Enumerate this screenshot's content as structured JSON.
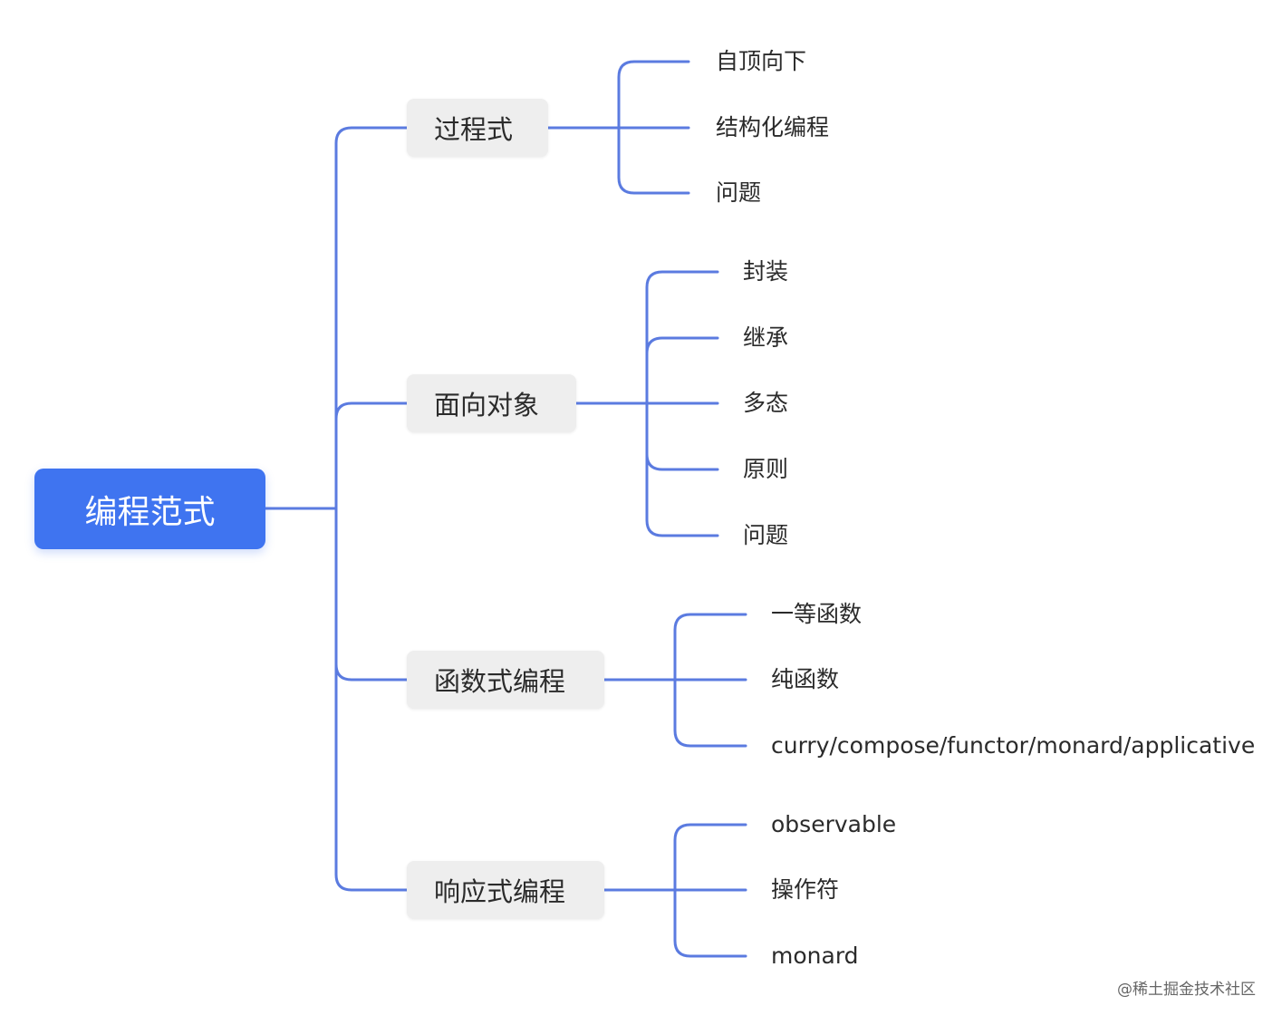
{
  "root": {
    "label": "编程范式"
  },
  "branches": [
    {
      "label": "过程式",
      "children": [
        "自顶向下",
        "结构化编程",
        "问题"
      ]
    },
    {
      "label": "面向对象",
      "children": [
        "封装",
        "继承",
        "多态",
        "原则",
        "问题"
      ]
    },
    {
      "label": "函数式编程",
      "children": [
        "一等函数",
        "纯函数",
        "curry/compose/functor/monard/applicative"
      ]
    },
    {
      "label": "响应式编程",
      "children": [
        "observable",
        "操作符",
        "monard"
      ]
    }
  ],
  "footer": {
    "text": "@稀土掘金技术社区"
  },
  "colors": {
    "connector": "#5b7be0",
    "root_bg": "#3f74f0",
    "branch_bg": "#eeeeee"
  }
}
